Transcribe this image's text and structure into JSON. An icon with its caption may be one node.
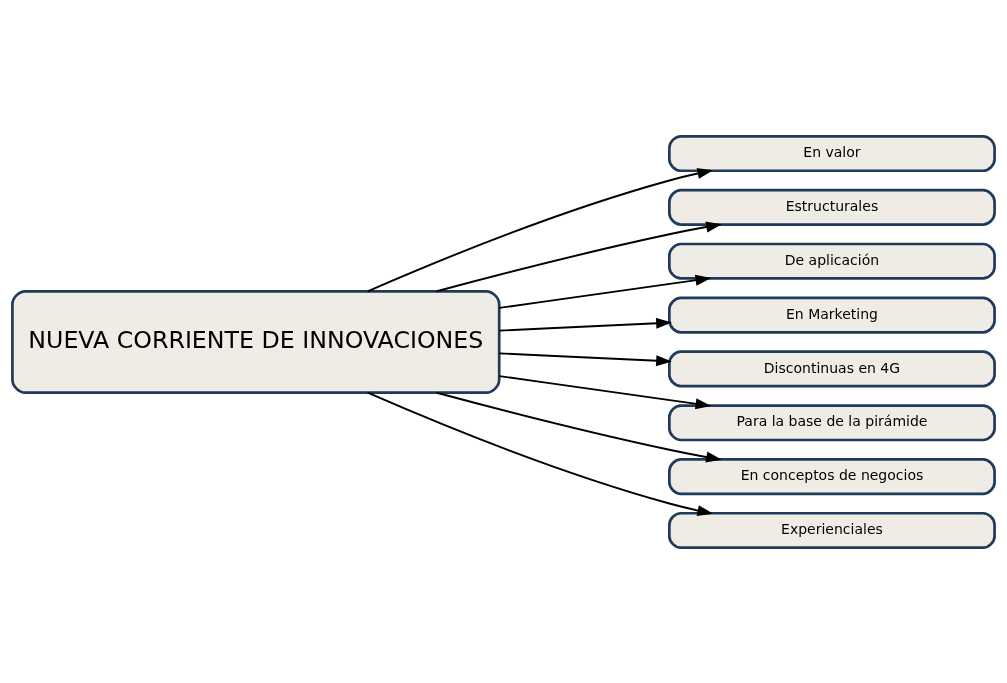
{
  "diagram": {
    "nodes": [
      {
        "text": [
          "NUEVA CORRIENTE DE INNOVACIONES"
        ]
      },
      {
        "text": [
          "En valor"
        ]
      },
      {
        "text": [
          "Estructurales"
        ]
      },
      {
        "text": [
          "De aplicación"
        ]
      },
      {
        "text": [
          "En Marketing"
        ]
      },
      {
        "text": [
          "Discontinuas en 4G"
        ]
      },
      {
        "text": [
          "Para la base de la pirámide"
        ]
      },
      {
        "text": [
          "En conceptos de negocios"
        ]
      },
      {
        "text": [
          "Experienciales"
        ]
      }
    ],
    "edges": [
      {
        "from": 0,
        "to": 1,
        "arrow": "to"
      },
      {
        "from": 0,
        "to": 2,
        "arrow": "to"
      },
      {
        "from": 0,
        "to": 3,
        "arrow": "to"
      },
      {
        "from": 0,
        "to": 4,
        "arrow": "to"
      },
      {
        "from": 0,
        "to": 5,
        "arrow": "to"
      },
      {
        "from": 0,
        "to": 6,
        "arrow": "to"
      },
      {
        "from": 0,
        "to": 7,
        "arrow": "to"
      },
      {
        "from": 0,
        "to": 8,
        "arrow": "to"
      }
    ]
  }
}
